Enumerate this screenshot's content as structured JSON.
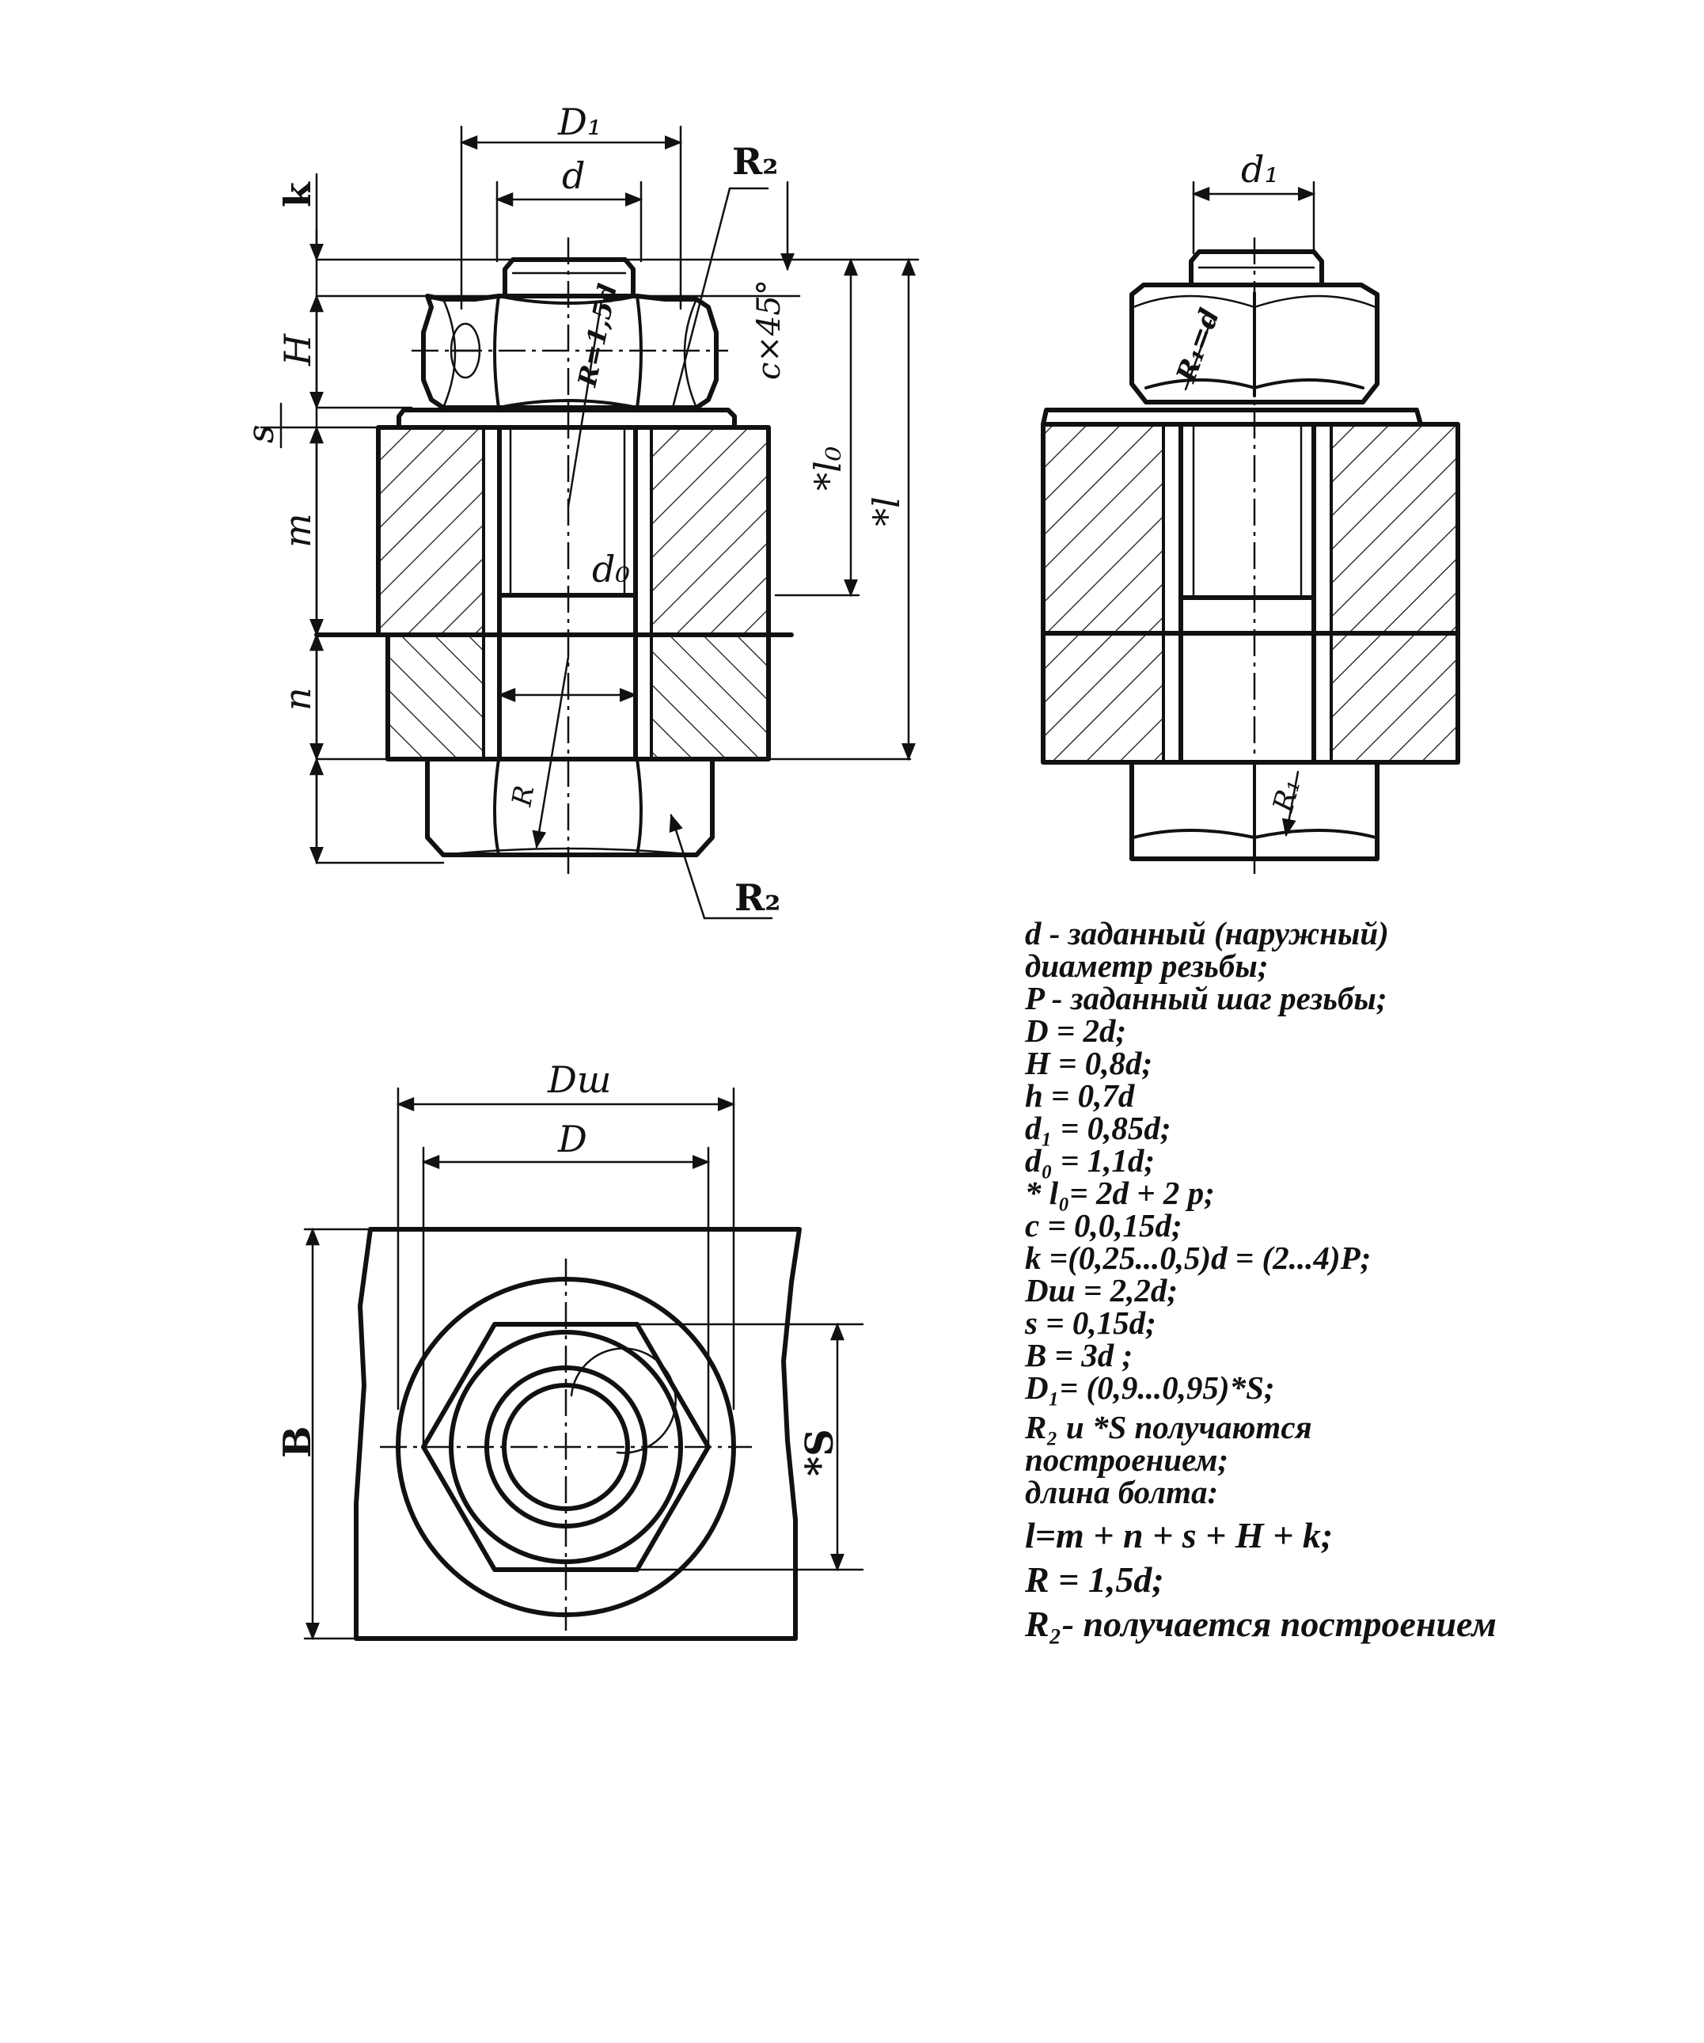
{
  "labels": {
    "D1": "D₁",
    "d_top": "d",
    "R2_top": "R₂",
    "k": "k",
    "H": "H",
    "s": "s",
    "m": "m",
    "n": "n",
    "R_nut_text": "R=1,5d",
    "c45": "c×45°",
    "l0": "*l₀",
    "l": "*l",
    "d0": "d₀",
    "R_low": "R",
    "R2_bottom": "R₂",
    "d1_side": "d₁",
    "R1d_side": "R₁=d",
    "R1_side": "R₁",
    "Dw": "Dш",
    "D_plan": "D",
    "B": "B",
    "S": "*S"
  },
  "notes": [
    "d - заданный (наружный)",
    "диаметр резьбы;",
    "P - заданный шаг резьбы;",
    "D = 2d;",
    "H = 0,8d;",
    "h = 0,7d",
    "d₁ = 0,85d;",
    "d₀ = 1,1d;",
    "* l₀= 2d + 2 p;",
    "c = 0,0,15d;",
    "k =(0,25...0,5)d = (2...4)P;",
    "Dш = 2,2d;",
    "s = 0,15d;",
    "B = 3d ;",
    "D₁= (0,9...0,95)*S;",
    "R₂ и *S получаются",
    "построением;",
    "длина болта:",
    "l=m + n + s + H + k;",
    "R = 1,5d;",
    "R₂- получается построением"
  ]
}
